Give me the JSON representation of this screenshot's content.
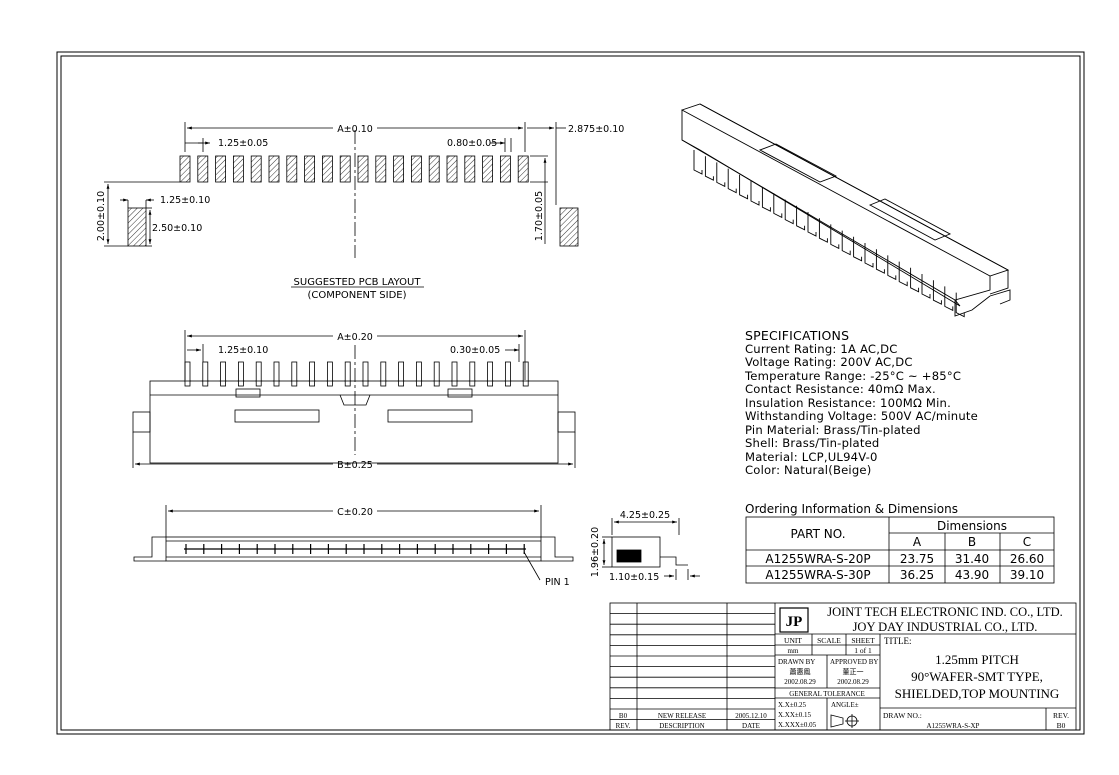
{
  "pcb_layout": {
    "dim_a": "A±0.10",
    "pitch": "1.25±0.05",
    "pad_width": "0.80±0.05",
    "edge": "2.875±0.10",
    "height_total": "2.00±0.10",
    "side_pad_w": "1.25±0.10",
    "side_pad_h": "2.50±0.10",
    "pad_len": "1.70±0.05",
    "title": "SUGGESTED PCB LAYOUT",
    "subtitle": "(COMPONENT SIDE)"
  },
  "front_view": {
    "dim_a": "A±0.20",
    "pitch": "1.25±0.10",
    "pin_w": "0.30±0.05",
    "dim_b": "B±0.25"
  },
  "bottom_view": {
    "dim_c": "C±0.20",
    "pin1": "PIN 1"
  },
  "side_view": {
    "depth": "4.25±0.25",
    "height": "1.96±0.20",
    "foot": "1.10±0.15"
  },
  "specifications": {
    "heading": "SPECIFICATIONS",
    "lines": [
      "Current Rating: 1A AC,DC",
      "Voltage Rating: 200V AC,DC",
      "Temperature Range: -25°C ~ +85°C",
      "Contact Resistance: 40mΩ Max.",
      "Insulation Resistance: 100MΩ Min.",
      "Withstanding Voltage: 500V AC/minute",
      "Pin Material: Brass/Tin-plated",
      "Shell: Brass/Tin-plated",
      "Material: LCP,UL94V-0",
      "Color: Natural(Beige)"
    ]
  },
  "ordering": {
    "heading": "Ordering Information & Dimensions",
    "part_header": "PART NO.",
    "dims_header": "Dimensions",
    "cols": [
      "A",
      "B",
      "C"
    ],
    "rows": [
      {
        "part": "A1255WRA-S-20P",
        "a": "23.75",
        "b": "31.40",
        "c": "26.60"
      },
      {
        "part": "A1255WRA-S-30P",
        "a": "36.25",
        "b": "43.90",
        "c": "39.10"
      }
    ]
  },
  "title_block": {
    "logo": "JP",
    "company1": "JOINT TECH ELECTRONIC IND. CO., LTD.",
    "company2": "JOY DAY INDUSTRIAL CO., LTD.",
    "unit_label": "UNIT",
    "unit_value": "mm",
    "scale_label": "SCALE",
    "sheet_label": "SHEET",
    "sheet_value": "1 of 1",
    "title_label": "TITLE:",
    "title_lines": [
      "1.25mm PITCH",
      "90°WAFER-SMT TYPE,",
      "SHIELDED,TOP MOUNTING"
    ],
    "drawn_by_label": "DRAWN BY",
    "drawn_by_name": "蕭惠鳳",
    "drawn_date": "2002.08.29",
    "approved_by_label": "APPROVED BY",
    "approved_by_name": "董正一",
    "approved_date": "2002.08.29",
    "tolerance_label": "GENERAL TOLERANCE",
    "tol1": "X.X±0.25",
    "tol2": "X.XX±0.15",
    "tol3": "X.XXX±0.05",
    "angle_label": "ANGLE±",
    "draw_no_label": "DRAW NO.:",
    "draw_no": "A1255WRA-S-XP",
    "rev_label": "REV.",
    "rev_value": "B0",
    "revision": {
      "rev": "B0",
      "description": "NEW RELEASE",
      "date": "2005.12.10"
    },
    "col_rev": "REV.",
    "col_desc": "DESCRIPTION",
    "col_date": "DATE"
  }
}
